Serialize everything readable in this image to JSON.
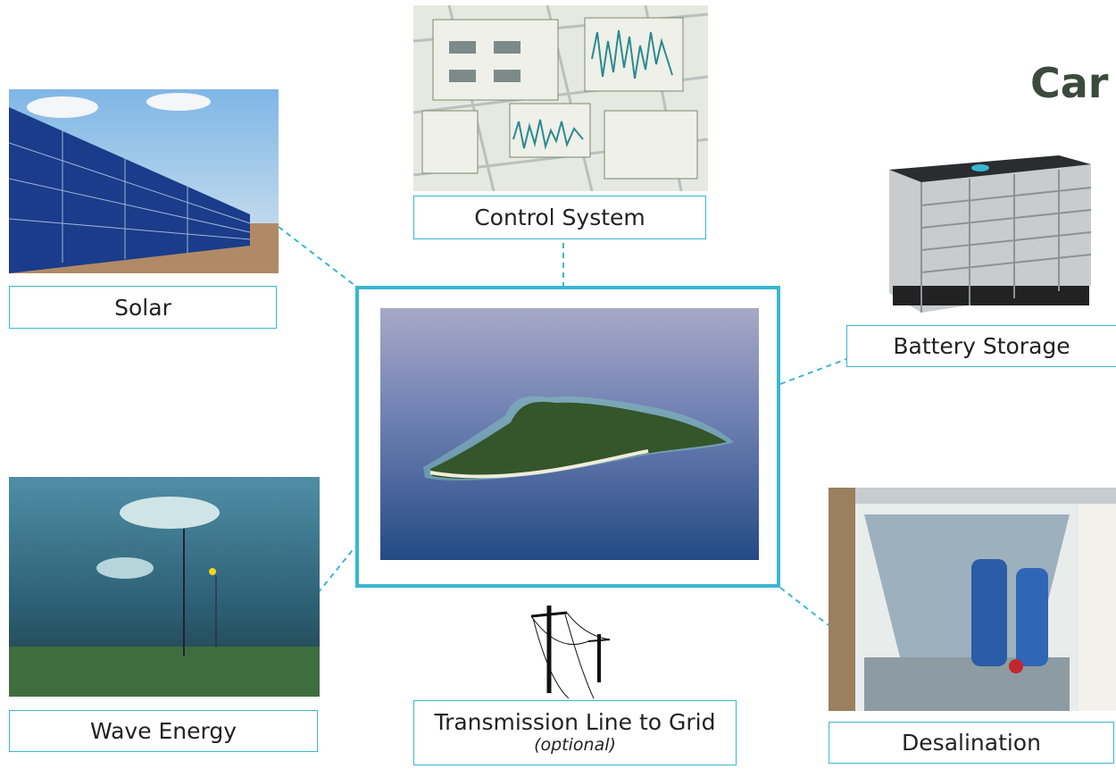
{
  "title": "Car",
  "center": {
    "image": "island-photo"
  },
  "nodes": [
    {
      "key": "control",
      "label": "Control System",
      "image": "control-system-screens"
    },
    {
      "key": "solar",
      "label": "Solar",
      "image": "solar-panels-photo"
    },
    {
      "key": "battery",
      "label": "Battery Storage",
      "image": "battery-unit-photo"
    },
    {
      "key": "wave",
      "label": "Wave Energy",
      "image": "wave-buoys-render"
    },
    {
      "key": "grid",
      "label": "Transmission Line to Grid",
      "sublabel": "(optional)",
      "image": "power-line-icon"
    },
    {
      "key": "desal",
      "label": "Desalination",
      "image": "desalination-container-photo"
    }
  ],
  "colors": {
    "accent": "#3bb6d3",
    "title": "#3b4a3c"
  }
}
